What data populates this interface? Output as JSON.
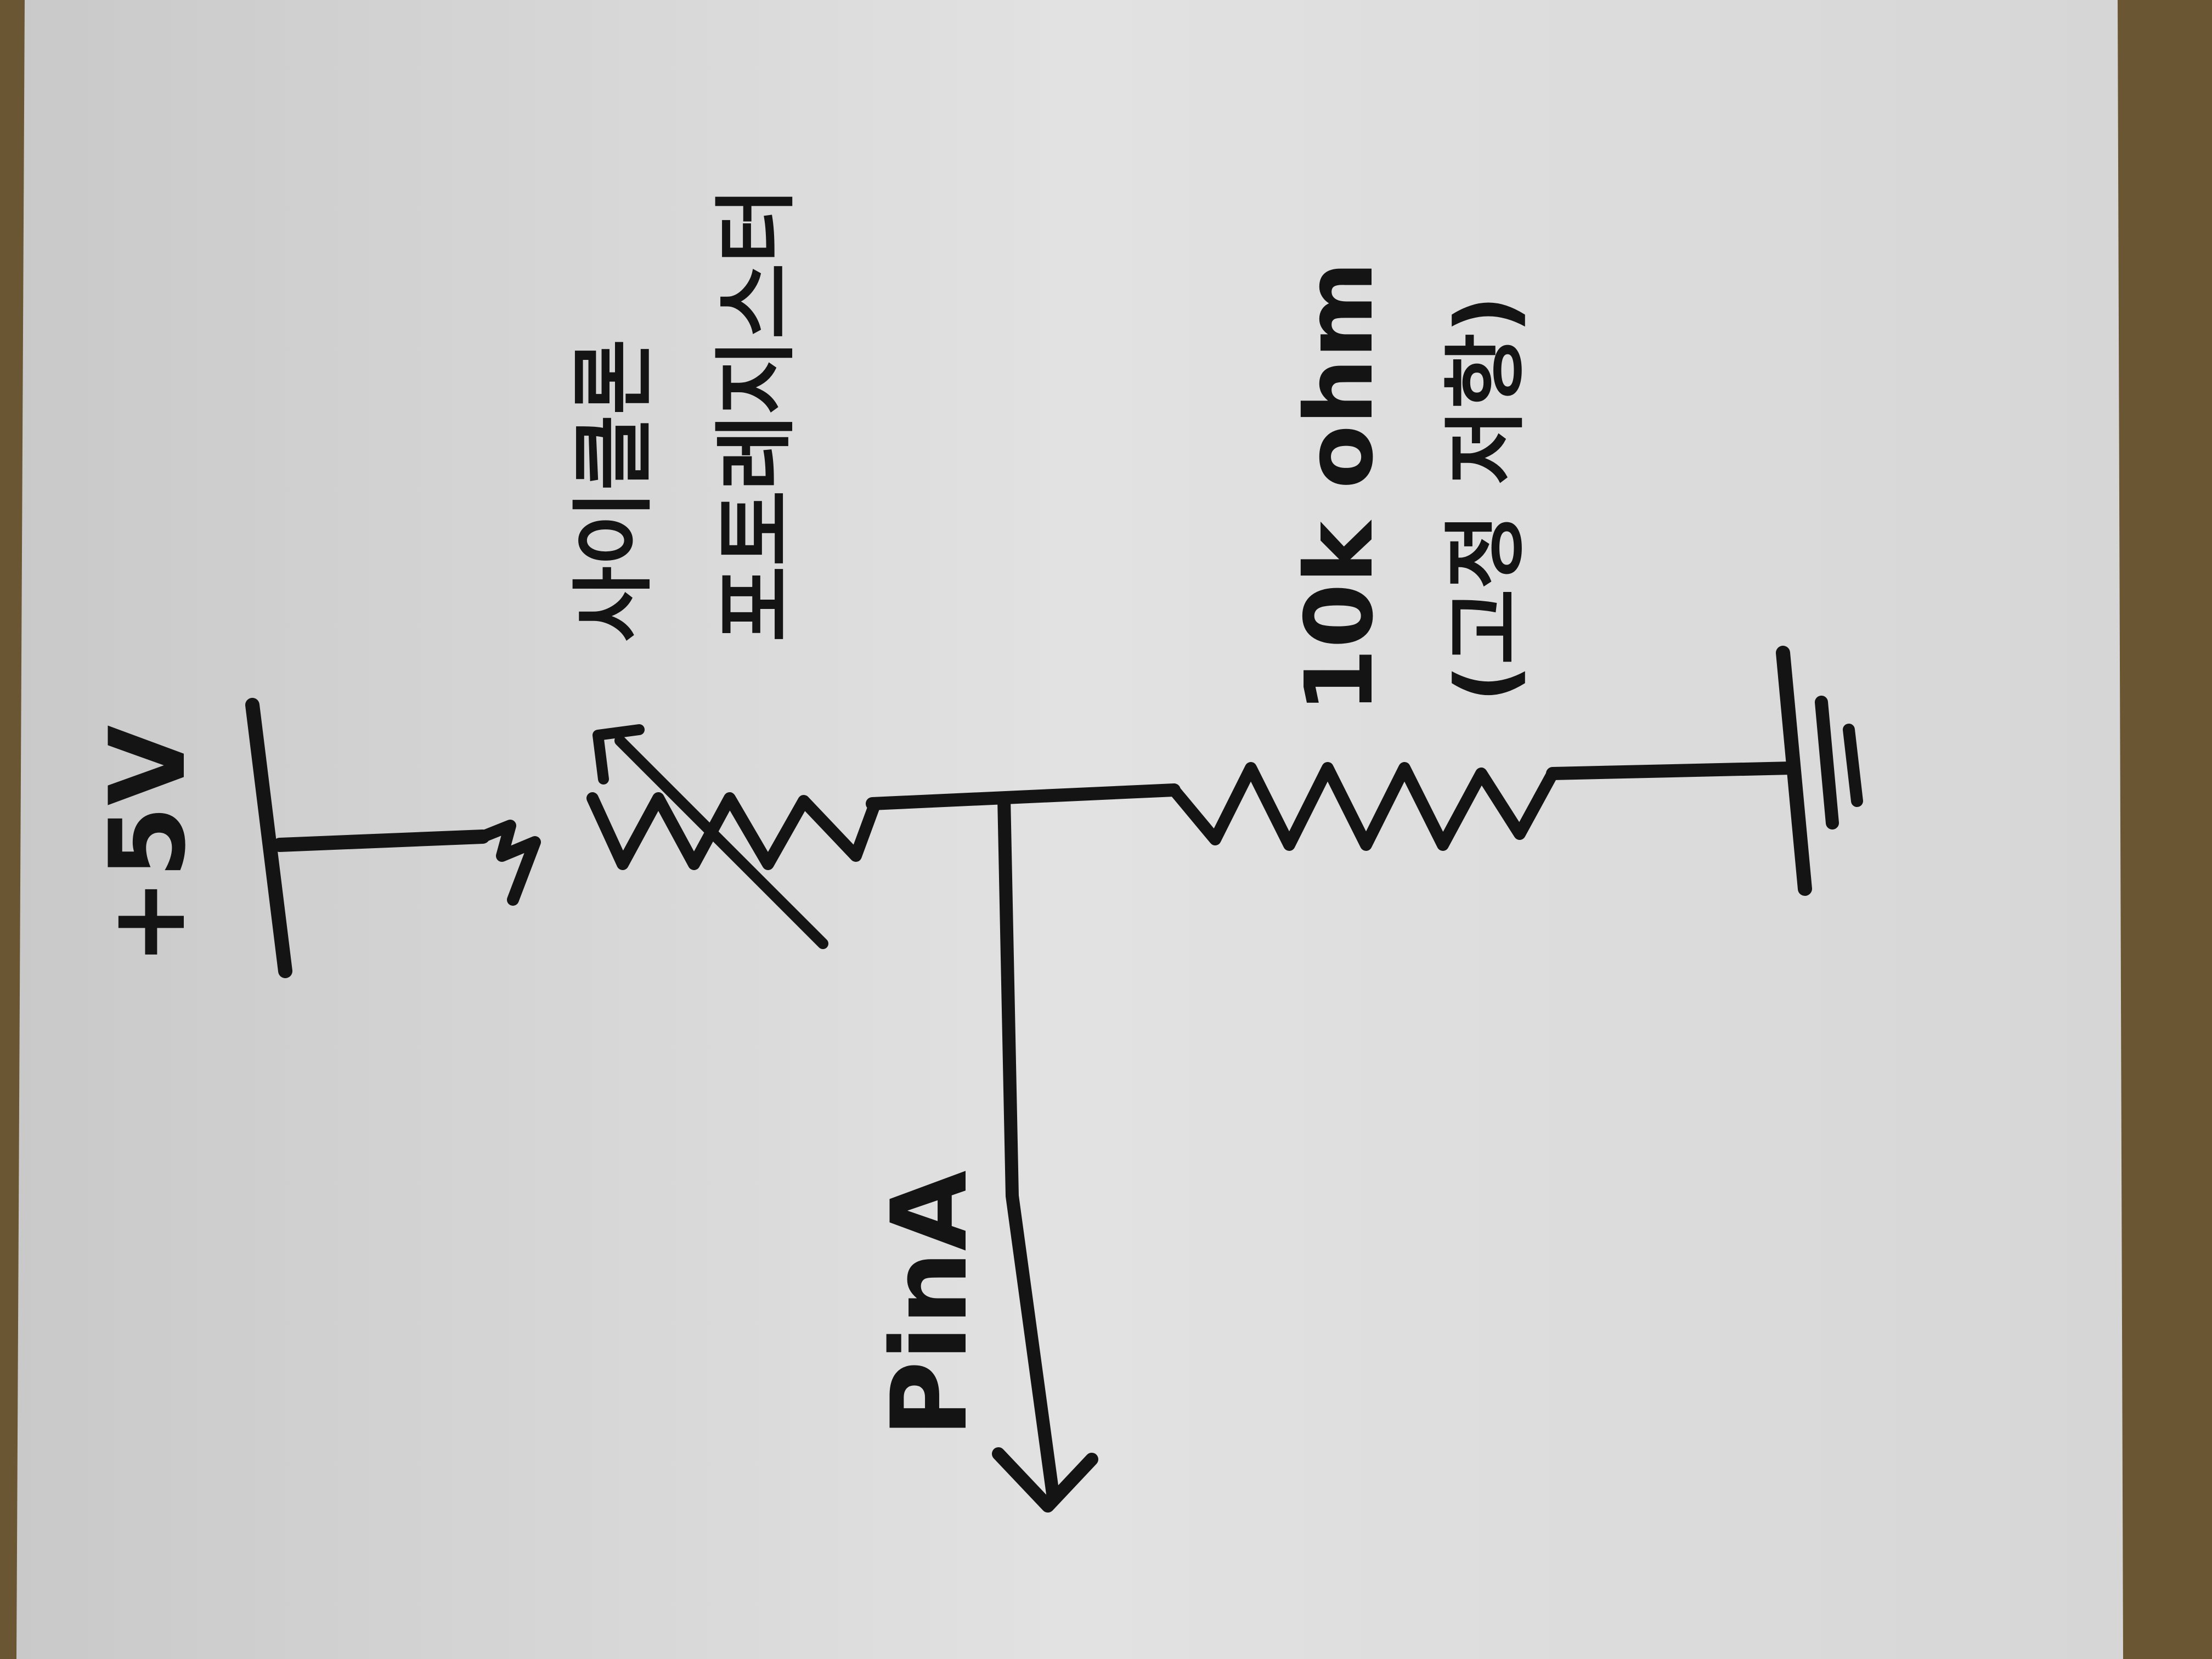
{
  "diagram": {
    "colors": {
      "paper": "#dcdcdc",
      "ink": "#141414",
      "desk": "#6b5634"
    },
    "labels": {
      "supply": "+5V",
      "sensor_line1": "사이클론",
      "sensor_line2": "포토레지스터",
      "resistor_value": "10k ohm",
      "resistor_note": "(고정 저항)",
      "output": "PinA"
    },
    "components": [
      {
        "name": "supply-terminal",
        "kind": "voltage-source"
      },
      {
        "name": "photoresistor",
        "kind": "variable-resistor"
      },
      {
        "name": "fixed-resistor",
        "kind": "resistor"
      },
      {
        "name": "ground",
        "kind": "ground"
      },
      {
        "name": "output-pin",
        "kind": "output-arrow"
      }
    ]
  }
}
